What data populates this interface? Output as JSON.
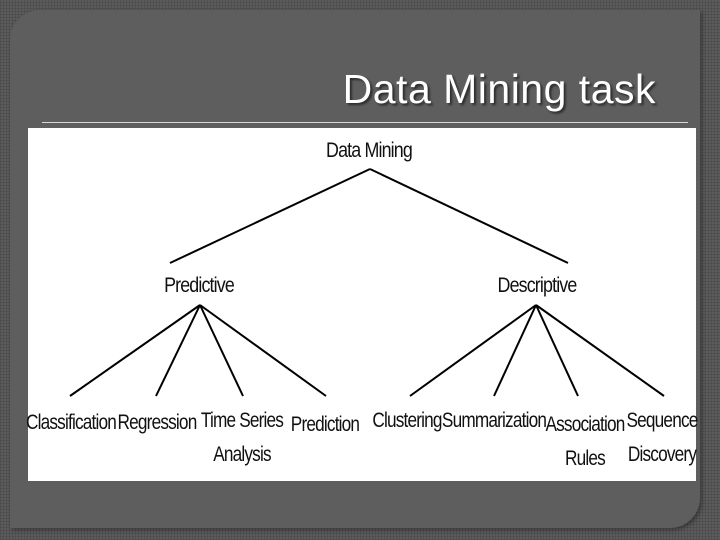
{
  "slide": {
    "title": "Data Mining task"
  },
  "diagram": {
    "root": "Data Mining",
    "branches": [
      {
        "label": "Predictive",
        "children": [
          {
            "line1": "Classification",
            "line2": ""
          },
          {
            "line1": "Regression",
            "line2": ""
          },
          {
            "line1": "Time Series",
            "line2": "Analysis"
          },
          {
            "line1": "Prediction",
            "line2": ""
          }
        ]
      },
      {
        "label": "Descriptive",
        "children": [
          {
            "line1": "Clustering",
            "line2": ""
          },
          {
            "line1": "Summarization",
            "line2": ""
          },
          {
            "line1": "Association",
            "line2": "Rules"
          },
          {
            "line1": "Sequence",
            "line2": "Discovery"
          }
        ]
      }
    ],
    "line_color": "#000000",
    "background": "#ffffff"
  }
}
